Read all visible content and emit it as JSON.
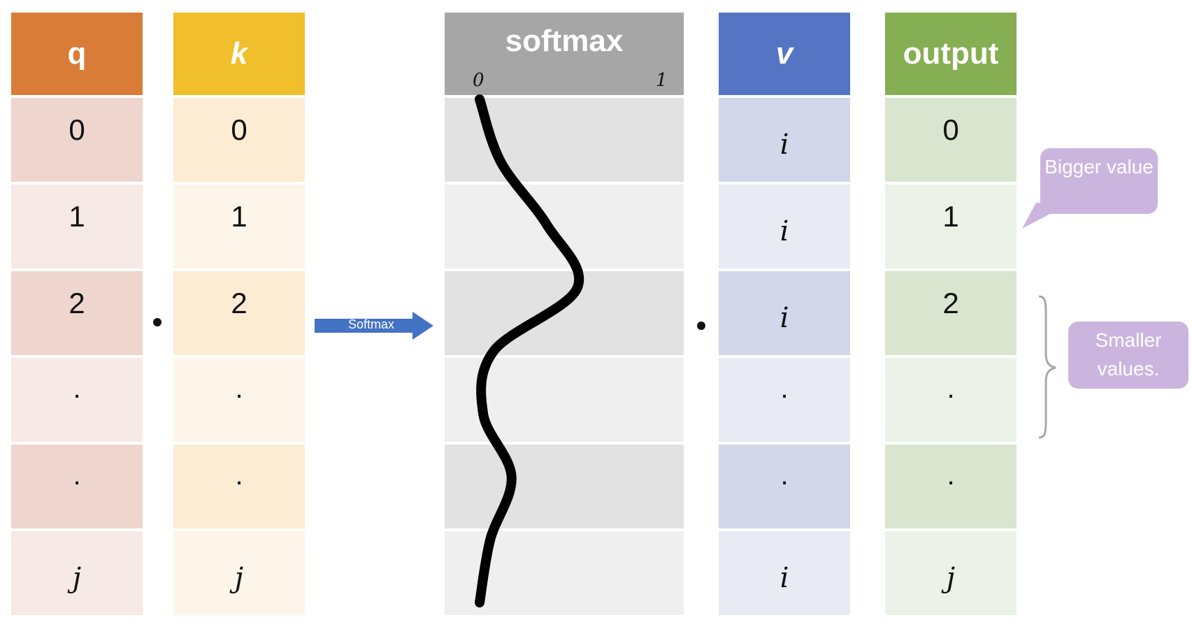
{
  "columns": {
    "q": {
      "header": "q",
      "header_color": "#d97c38",
      "row_colors": [
        "#eed6cf",
        "#f7e9e5"
      ],
      "cells": [
        "0",
        "1",
        "2",
        ".",
        ".",
        "j"
      ]
    },
    "k": {
      "header": "k",
      "header_color": "#f0bf2b",
      "row_colors": [
        "#fbecd3",
        "#fdf5e9"
      ],
      "cells": [
        "0",
        "1",
        "2",
        ".",
        ".",
        "j"
      ]
    },
    "softmax": {
      "header": "softmax",
      "header_color": "#a6a6a6",
      "scale_min": "0",
      "scale_max": "1",
      "row_colors": [
        "#e2e2e2",
        "#efefef"
      ]
    },
    "v": {
      "header": "v",
      "header_color": "#5574c4",
      "row_colors": [
        "#d2d7e9",
        "#e8eaf4"
      ],
      "cells": [
        "i",
        "i",
        "i",
        ".",
        ".",
        "i"
      ]
    },
    "output": {
      "header": "output",
      "header_color": "#86ae52",
      "row_colors": [
        "#d9e5cf",
        "#ecf2e7"
      ],
      "cells": [
        "0",
        "1",
        "2",
        ".",
        ".",
        "j"
      ]
    }
  },
  "arrow": {
    "label": "Softmax",
    "color": "#4472c4"
  },
  "callouts": {
    "bigger": "Bigger value",
    "smaller": "Smaller values.",
    "color": "#cbb5df"
  },
  "softmax_curve": {
    "weights": [
      0.0,
      0.12,
      0.38,
      0.55,
      0.08,
      0.02,
      0.18,
      0.06,
      0.0
    ],
    "color": "#000000"
  }
}
